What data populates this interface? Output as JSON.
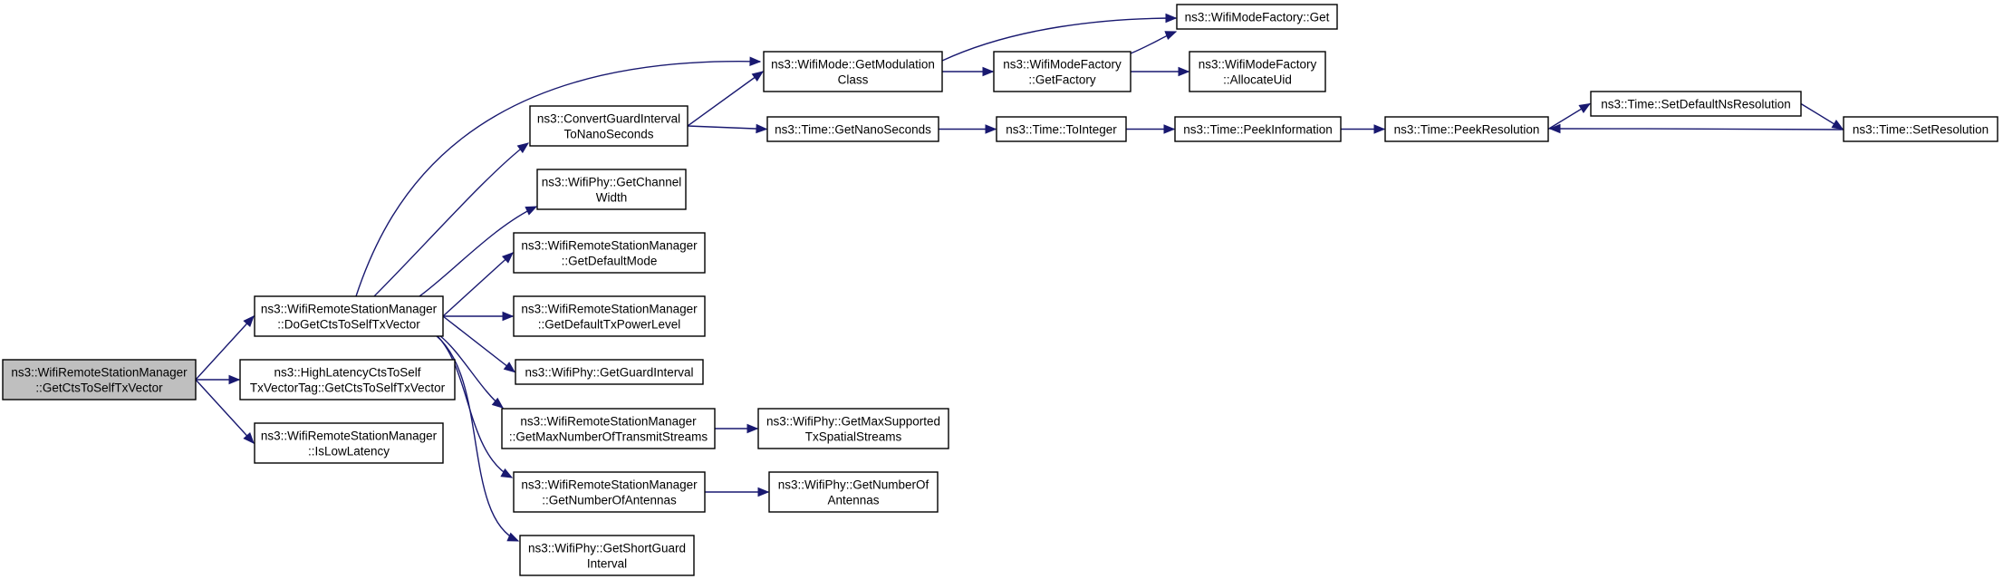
{
  "graph": {
    "nodes": [
      {
        "id": "root",
        "lines": [
          "ns3::WifiRemoteStationManager",
          "::GetCtsToSelfTxVector"
        ],
        "highlighted": true
      },
      {
        "id": "doget",
        "lines": [
          "ns3::WifiRemoteStationManager",
          "::DoGetCtsToSelfTxVector"
        ]
      },
      {
        "id": "highlat",
        "lines": [
          "ns3::HighLatencyCtsToSelf",
          "TxVectorTag::GetCtsToSelfTxVector"
        ]
      },
      {
        "id": "islow",
        "lines": [
          "ns3::WifiRemoteStationManager",
          "::IsLowLatency"
        ]
      },
      {
        "id": "convgi",
        "lines": [
          "ns3::ConvertGuardInterval",
          "ToNanoSeconds"
        ]
      },
      {
        "id": "chanw",
        "lines": [
          "ns3::WifiPhy::GetChannel",
          "Width"
        ]
      },
      {
        "id": "defmode",
        "lines": [
          "ns3::WifiRemoteStationManager",
          "::GetDefaultMode"
        ]
      },
      {
        "id": "deftx",
        "lines": [
          "ns3::WifiRemoteStationManager",
          "::GetDefaultTxPowerLevel"
        ]
      },
      {
        "id": "gi",
        "lines": [
          "ns3::WifiPhy::GetGuardInterval"
        ]
      },
      {
        "id": "maxstreams",
        "lines": [
          "ns3::WifiRemoteStationManager",
          "::GetMaxNumberOfTransmitStreams"
        ]
      },
      {
        "id": "numant",
        "lines": [
          "ns3::WifiRemoteStationManager",
          "::GetNumberOfAntennas"
        ]
      },
      {
        "id": "sgi",
        "lines": [
          "ns3::WifiPhy::GetShortGuard",
          "Interval"
        ]
      },
      {
        "id": "modclass",
        "lines": [
          "ns3::WifiMode::GetModulation",
          "Class"
        ]
      },
      {
        "id": "nanosec",
        "lines": [
          "ns3::Time::GetNanoSeconds"
        ]
      },
      {
        "id": "maxsupp",
        "lines": [
          "ns3::WifiPhy::GetMaxSupported",
          "TxSpatialStreams"
        ]
      },
      {
        "id": "phyant",
        "lines": [
          "ns3::WifiPhy::GetNumberOf",
          "Antennas"
        ]
      },
      {
        "id": "factget",
        "lines": [
          "ns3::WifiModeFactory::Get"
        ]
      },
      {
        "id": "getfact",
        "lines": [
          "ns3::WifiModeFactory",
          "::GetFactory"
        ]
      },
      {
        "id": "allocuid",
        "lines": [
          "ns3::WifiModeFactory",
          "::AllocateUid"
        ]
      },
      {
        "id": "toint",
        "lines": [
          "ns3::Time::ToInteger"
        ]
      },
      {
        "id": "peekinfo",
        "lines": [
          "ns3::Time::PeekInformation"
        ]
      },
      {
        "id": "peekres",
        "lines": [
          "ns3::Time::PeekResolution"
        ]
      },
      {
        "id": "setdef",
        "lines": [
          "ns3::Time::SetDefaultNsResolution"
        ]
      },
      {
        "id": "setres",
        "lines": [
          "ns3::Time::SetResolution"
        ]
      }
    ],
    "edges": [
      [
        "root",
        "doget"
      ],
      [
        "root",
        "highlat"
      ],
      [
        "root",
        "islow"
      ],
      [
        "doget",
        "modclass"
      ],
      [
        "doget",
        "convgi"
      ],
      [
        "doget",
        "chanw"
      ],
      [
        "doget",
        "defmode"
      ],
      [
        "doget",
        "deftx"
      ],
      [
        "doget",
        "gi"
      ],
      [
        "doget",
        "maxstreams"
      ],
      [
        "doget",
        "numant"
      ],
      [
        "doget",
        "sgi"
      ],
      [
        "convgi",
        "modclass"
      ],
      [
        "convgi",
        "nanosec"
      ],
      [
        "modclass",
        "factget"
      ],
      [
        "modclass",
        "getfact"
      ],
      [
        "getfact",
        "factget"
      ],
      [
        "getfact",
        "allocuid"
      ],
      [
        "nanosec",
        "toint"
      ],
      [
        "toint",
        "peekinfo"
      ],
      [
        "peekinfo",
        "peekres"
      ],
      [
        "peekres",
        "setdef"
      ],
      [
        "setdef",
        "setres"
      ],
      [
        "setres",
        "peekres"
      ],
      [
        "maxstreams",
        "maxsupp"
      ],
      [
        "numant",
        "phyant"
      ]
    ]
  }
}
